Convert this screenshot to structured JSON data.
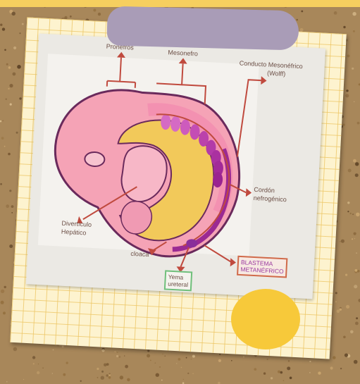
{
  "colors": {
    "paper": "#fdf3cf",
    "grid": "#ecc460",
    "tape": "#a99cb7",
    "accent_yellow": "#f7c93a",
    "arrow": "#c04a3e",
    "embryo_pink": "#f5a3b6",
    "embryo_outline": "#6a2a5c",
    "mesonephros_purple": "#b33aa8",
    "yolk_yellow": "#f2c95a"
  },
  "diagram": {
    "labels": {
      "pronefros": "Pronefros",
      "mesonefro": "Mesonefro",
      "conducto_line1": "Conducto Mesonéfrico",
      "conducto_line2": "(Wolff)",
      "cordon_line1": "Cordón",
      "cordon_line2": "nefrogénico",
      "diverticulo_line1": "Divertículo",
      "diverticulo_line2": "Hepático",
      "cloaca": "cloaca",
      "yema_line1": "Yema",
      "yema_line2": "ureteral",
      "blastema_line1": "BLASTEMA",
      "blastema_line2": "METANÉFRICO"
    }
  }
}
